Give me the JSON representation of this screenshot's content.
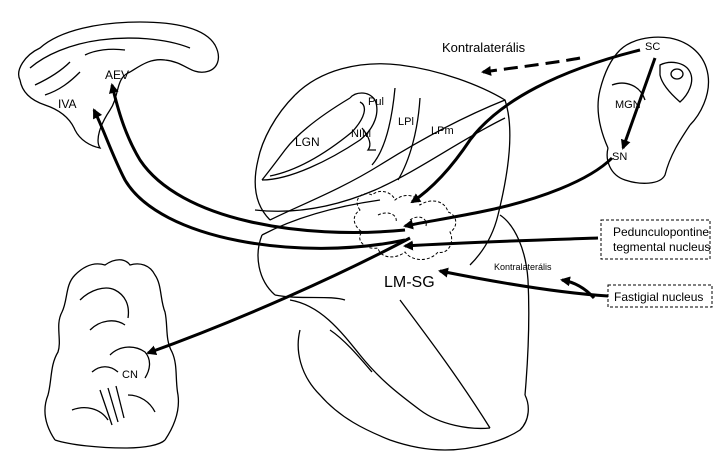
{
  "labels": {
    "aev": "AEV",
    "iva": "IVA",
    "pul": "Pul",
    "lgn": "LGN",
    "nim": "NIM",
    "lpl": "LPl",
    "lpm": "LPm",
    "sc": "SC",
    "mgn": "MGN",
    "sn": "SN",
    "lm_sg": "LM-SG",
    "cn": "CN",
    "kontralateralis_top": "Kontralaterális",
    "kontralateralis_bottom": "Kontralaterális"
  },
  "boxes": {
    "pedunculopontine_line1": "Pedunculopontine",
    "pedunculopontine_line2": "tegmental nucleus",
    "fastigial": "Fastigial nucleus"
  },
  "colors": {
    "line": "#000000",
    "background": "#ffffff"
  }
}
